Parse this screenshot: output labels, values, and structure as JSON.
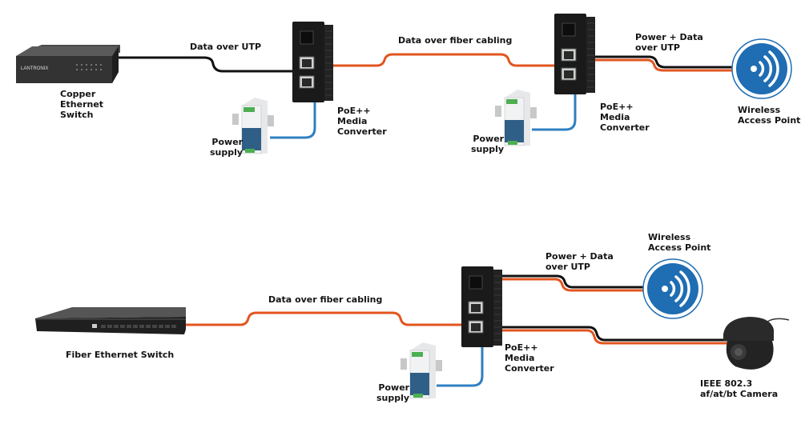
{
  "colors": {
    "fiber": "#e2551f",
    "utp_data": "#111111",
    "power_cable": "#2f7fc1",
    "poe_red": "#e2551f",
    "ap_blue": "#1f6db3",
    "device_dark": "#1a1a1a"
  },
  "top_row": {
    "copper_switch": {
      "brand": "LANTRONIX",
      "label": "Copper\nEthernet\nSwitch"
    },
    "link1": {
      "label": "Data over UTP"
    },
    "converter1": {
      "label": "PoE++\nMedia\nConverter"
    },
    "power1": {
      "label": "Power\nsupply"
    },
    "link2": {
      "label": "Data over fiber cabling"
    },
    "converter2": {
      "label": "PoE++\nMedia\nConverter"
    },
    "power2": {
      "label": "Power\nsupply"
    },
    "link3": {
      "label": "Power + Data\nover UTP"
    },
    "access_point": {
      "label": "Wireless\nAccess Point",
      "icon": "wifi-icon"
    }
  },
  "bottom_row": {
    "fiber_switch": {
      "label": "Fiber Ethernet Switch"
    },
    "link1": {
      "label": "Data over fiber cabling"
    },
    "converter": {
      "label": "PoE++\nMedia\nConverter"
    },
    "power": {
      "label": "Power\nsupply"
    },
    "link_ap": {
      "label": "Power + Data\nover UTP"
    },
    "access_point": {
      "label": "Wireless\nAccess Point",
      "icon": "wifi-icon"
    },
    "camera": {
      "label": "IEEE 802.3\naf/at/bt Camera"
    }
  }
}
